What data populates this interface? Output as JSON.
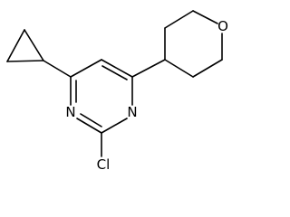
{
  "molecule": {
    "atoms": {
      "n1": "N",
      "n3": "N",
      "cl": "Cl",
      "o": "O"
    },
    "colors": {
      "bond": "#000000",
      "label": "#000000",
      "background": "#ffffff"
    }
  }
}
